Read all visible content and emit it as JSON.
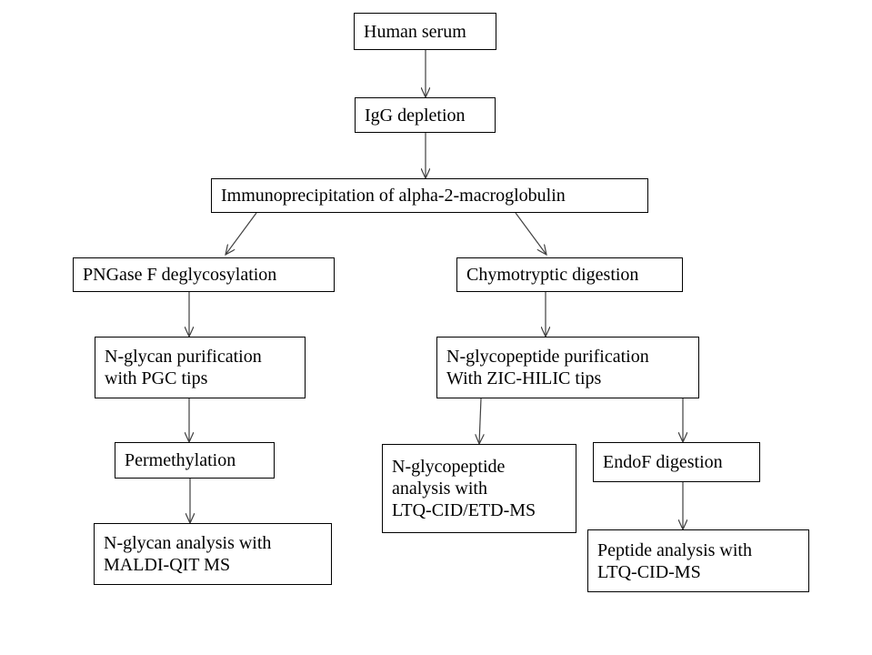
{
  "nodes": {
    "human_serum": [
      "Human serum"
    ],
    "igg_depletion": [
      "IgG depletion"
    ],
    "immunoprecipitation": [
      "Immunoprecipitation of alpha-2-macroglobulin"
    ],
    "pngase": [
      "PNGase F deglycosylation"
    ],
    "chymotryptic": [
      "Chymotryptic digestion"
    ],
    "nglycan_purification": [
      "N-glycan purification",
      "with PGC tips"
    ],
    "nglycopeptide_purification": [
      "N-glycopeptide purification",
      "With ZIC-HILIC tips"
    ],
    "permethylation": [
      "Permethylation"
    ],
    "nglycopeptide_analysis": [
      "N-glycopeptide",
      "analysis with",
      "LTQ-CID/ETD-MS"
    ],
    "endof": [
      "EndoF digestion"
    ],
    "nglycan_analysis": [
      "N-glycan analysis with",
      "MALDI-QIT MS"
    ],
    "peptide_analysis": [
      "Peptide analysis with",
      "LTQ-CID-MS"
    ]
  },
  "edges": [
    [
      "human_serum",
      "igg_depletion"
    ],
    [
      "igg_depletion",
      "immunoprecipitation"
    ],
    [
      "immunoprecipitation",
      "pngase"
    ],
    [
      "immunoprecipitation",
      "chymotryptic"
    ],
    [
      "pngase",
      "nglycan_purification"
    ],
    [
      "chymotryptic",
      "nglycopeptide_purification"
    ],
    [
      "nglycan_purification",
      "permethylation"
    ],
    [
      "permethylation",
      "nglycan_analysis"
    ],
    [
      "nglycopeptide_purification",
      "nglycopeptide_analysis"
    ],
    [
      "nglycopeptide_purification",
      "endof"
    ],
    [
      "endof",
      "peptide_analysis"
    ]
  ],
  "colors": {
    "line": "#404040",
    "border": "#000000",
    "background": "#ffffff"
  }
}
